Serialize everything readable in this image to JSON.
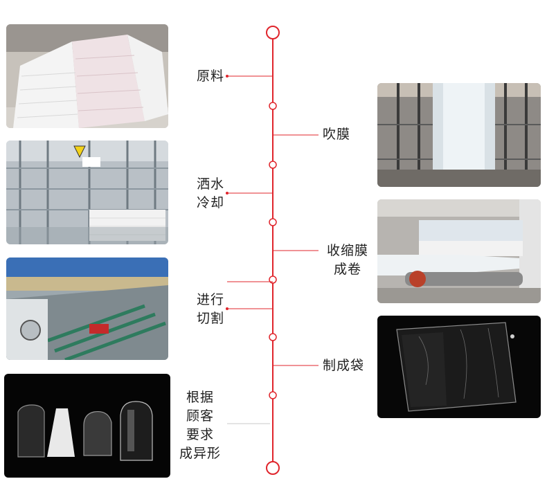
{
  "steps_left": [
    {
      "id": "raw-material",
      "label": "原料",
      "photo": "sacks of raw plastic pellets"
    },
    {
      "id": "water-cooling",
      "label": "洒水\n冷却",
      "photo": "factory machinery with sacks"
    },
    {
      "id": "cutting",
      "label": "进行\n切割",
      "photo": "bag cutting machine"
    },
    {
      "id": "custom-shape",
      "label": "根据\n顾客\n要求\n成异形",
      "photo": "shaped transparent bags"
    }
  ],
  "steps_right": [
    {
      "id": "film-blowing",
      "label": "吹膜",
      "photo": "film blowing tower"
    },
    {
      "id": "shrink-roll",
      "label": "收缩膜\n成卷",
      "photo": "shrink film winding rollers"
    },
    {
      "id": "bag-making",
      "label": "制成袋",
      "photo": "transparent plastic bag"
    }
  ],
  "colors": {
    "accent": "#e0242b",
    "text": "#222222",
    "connector_light": "#c9c9c9"
  }
}
